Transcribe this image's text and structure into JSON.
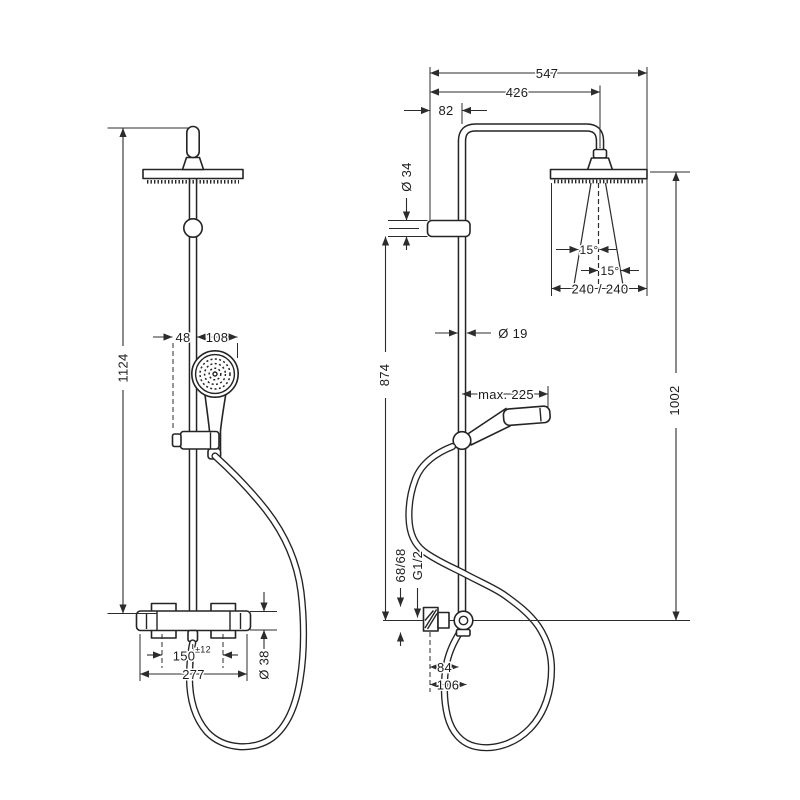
{
  "colors": {
    "background": "#ffffff",
    "line": "#242424"
  },
  "front": {
    "overall_height": "1124",
    "slider_offset": "48",
    "handshower_width": "108",
    "connection_spacing": "150",
    "connection_tolerance": "±12",
    "valve_width": "277",
    "valve_diameter": "Ø 38"
  },
  "side": {
    "reach_overall": "547",
    "reach_center": "426",
    "wall_to_riser": "82",
    "bracket_diameter": "Ø 34",
    "bracket_height": "874",
    "head_height": "1002",
    "riser_diameter": "Ø 19",
    "handshower_length": "max. 225",
    "spray_angle_left": "15°",
    "spray_angle_right": "15°",
    "head_size": "240 / 240",
    "connections": "68/68",
    "thread": "G1/2",
    "hose_offset_near": "84",
    "hose_offset_far": "106"
  }
}
